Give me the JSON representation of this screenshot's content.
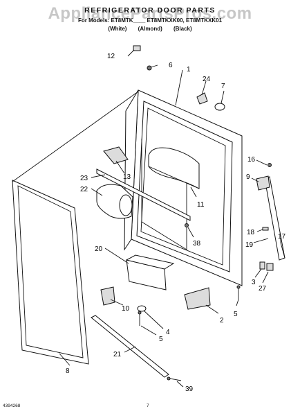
{
  "header": {
    "watermark": "AppliancePartsPros.com",
    "title": "REFRIGERATOR DOOR PARTS",
    "models": "For Models: ET8MTK____ ET8MTKXK00, ET8MTKXK01",
    "variants": "(White) (Almond) (Black)"
  },
  "footer": {
    "code": "4394268",
    "page": "7"
  },
  "callouts": [
    {
      "id": "c1",
      "label": "1"
    },
    {
      "id": "c2",
      "label": "2"
    },
    {
      "id": "c3",
      "label": "3"
    },
    {
      "id": "c4",
      "label": "4"
    },
    {
      "id": "c5a",
      "label": "5"
    },
    {
      "id": "c5b",
      "label": "5"
    },
    {
      "id": "c6",
      "label": "6"
    },
    {
      "id": "c7",
      "label": "7"
    },
    {
      "id": "c8",
      "label": "8"
    },
    {
      "id": "c9",
      "label": "9"
    },
    {
      "id": "c10",
      "label": "10"
    },
    {
      "id": "c11",
      "label": "11"
    },
    {
      "id": "c12",
      "label": "12"
    },
    {
      "id": "c13",
      "label": "13"
    },
    {
      "id": "c16",
      "label": "16"
    },
    {
      "id": "c17",
      "label": "17"
    },
    {
      "id": "c18",
      "label": "18"
    },
    {
      "id": "c19",
      "label": "19"
    },
    {
      "id": "c20",
      "label": "20"
    },
    {
      "id": "c21",
      "label": "21"
    },
    {
      "id": "c22",
      "label": "22"
    },
    {
      "id": "c23",
      "label": "23"
    },
    {
      "id": "c24",
      "label": "24"
    },
    {
      "id": "c27",
      "label": "27"
    },
    {
      "id": "c38",
      "label": "38"
    },
    {
      "id": "c39",
      "label": "39"
    }
  ]
}
